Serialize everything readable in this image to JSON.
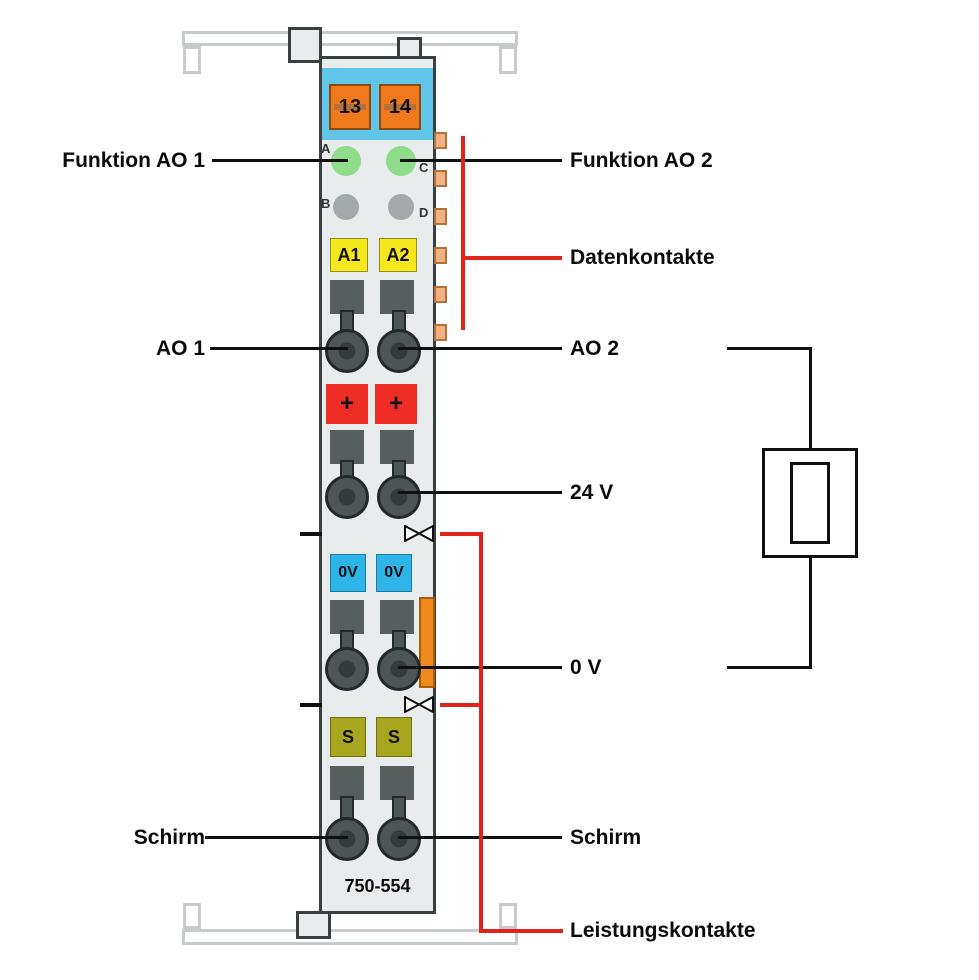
{
  "module": {
    "part_number": "750-554",
    "power_terminals": [
      {
        "label": "13"
      },
      {
        "label": "14"
      }
    ],
    "led_markers": [
      {
        "label": "A"
      },
      {
        "label": "B"
      },
      {
        "label": "C"
      },
      {
        "label": "D"
      }
    ],
    "channel_tags": [
      {
        "label": "A1"
      },
      {
        "label": "A2"
      }
    ],
    "plus_tags": [
      {
        "label": "+"
      },
      {
        "label": "+"
      }
    ],
    "zero_volt_tags": [
      {
        "label": "0V"
      },
      {
        "label": "0V"
      }
    ],
    "shield_tags": [
      {
        "label": "S"
      },
      {
        "label": "S"
      }
    ]
  },
  "callouts": {
    "funktion_ao1": "Funktion AO 1",
    "funktion_ao2": "Funktion AO 2",
    "datenkontakte": "Datenkontakte",
    "ao1": "AO 1",
    "ao2": "AO 2",
    "v24": "24 V",
    "v0": "0 V",
    "schirm_left": "Schirm",
    "schirm_right": "Schirm",
    "leistungskontakte": "Leistungskontakte"
  },
  "colors": {
    "callout_red": "#e2231a",
    "module_blue": "#60c5e9",
    "screw_orange": "#f0791c",
    "led_green": "#8fdc8a",
    "led_gray": "#a3a9a9",
    "tag_yellow": "#f6e71c",
    "tag_blue": "#2eb5e8",
    "tag_olive": "#a7a71f",
    "plus_red": "#ee2e24",
    "latch_orange": "#f08a1c",
    "data_contact_tan": "#f2b184"
  }
}
